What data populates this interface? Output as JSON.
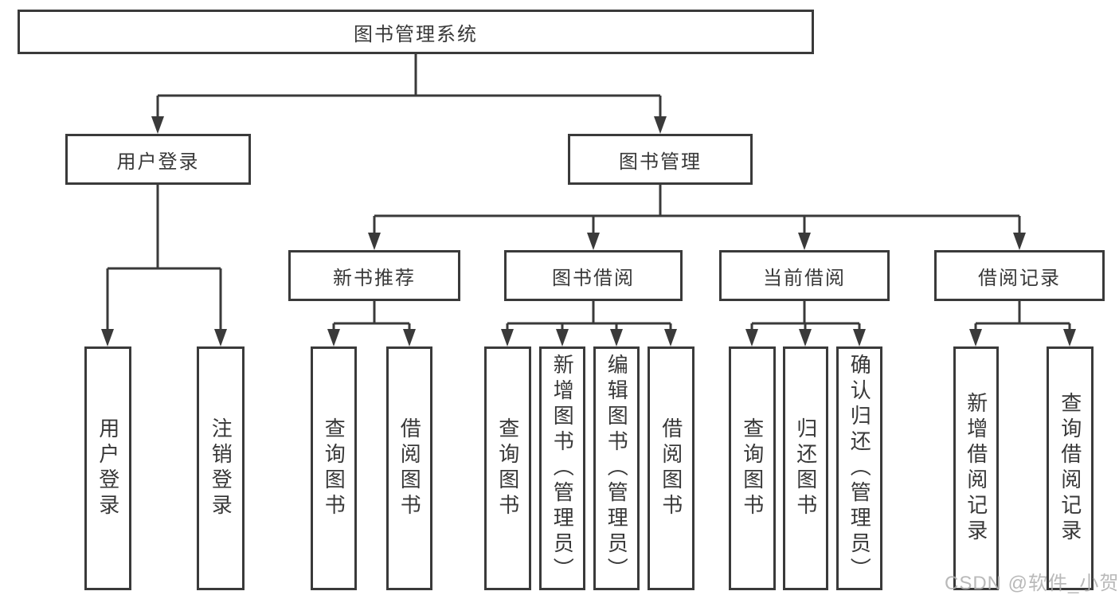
{
  "tree": {
    "label": "图书管理系统",
    "children": [
      {
        "label": "用户登录",
        "children": [
          {
            "label": "用户登录"
          },
          {
            "label": "注销登录"
          }
        ]
      },
      {
        "label": "图书管理",
        "children": [
          {
            "label": "新书推荐",
            "children": [
              {
                "label": "查询图书"
              },
              {
                "label": "借阅图书"
              }
            ]
          },
          {
            "label": "图书借阅",
            "children": [
              {
                "label": "查询图书"
              },
              {
                "label": "新增图书（管理员）"
              },
              {
                "label": "编辑图书（管理员）"
              },
              {
                "label": "借阅图书"
              }
            ]
          },
          {
            "label": "当前借阅",
            "children": [
              {
                "label": "查询图书"
              },
              {
                "label": "归还图书"
              },
              {
                "label": "确认归还（管理员）"
              }
            ]
          },
          {
            "label": "借阅记录",
            "children": [
              {
                "label": "新增借阅记录"
              },
              {
                "label": "查询借阅记录"
              }
            ]
          }
        ]
      }
    ]
  },
  "watermark": {
    "text": "CSDN @软件_小贺同学"
  },
  "colors": {
    "line": "#3a3a3a",
    "border": "#3a3a3a",
    "text": "#383838",
    "watermark": "#b0b0b0",
    "background": "#ffffff"
  }
}
